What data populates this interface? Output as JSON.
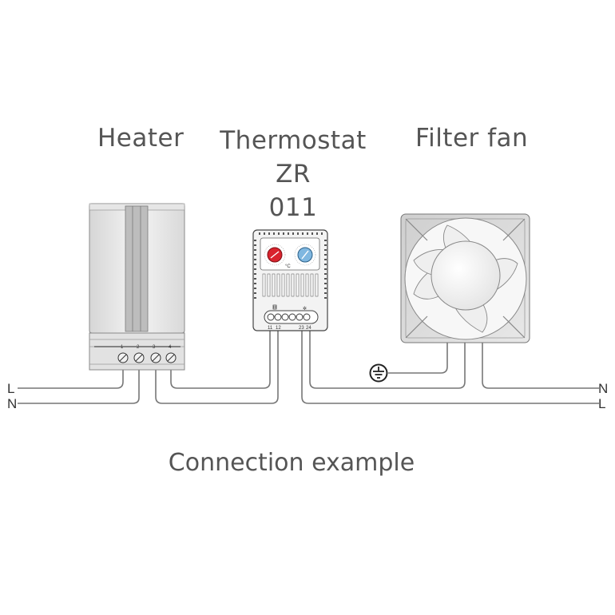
{
  "devices": {
    "heater": {
      "title": "Heater",
      "terminals": [
        "1",
        "2",
        "3",
        "4"
      ]
    },
    "thermostat": {
      "title_line1": "Thermostat ZR",
      "title_line2": "011",
      "terminals": [
        "11",
        "12",
        "23",
        "24"
      ],
      "unit": "°C",
      "dial_red_color": "#d9232d",
      "dial_blue_color": "#7fb7e0"
    },
    "fan": {
      "title": "Filter fan",
      "ground_symbol": "earth-ground"
    }
  },
  "wires": {
    "left": {
      "top": "L",
      "bottom": "N"
    },
    "right": {
      "top": "N",
      "bottom": "L"
    }
  },
  "caption": "Connection example"
}
